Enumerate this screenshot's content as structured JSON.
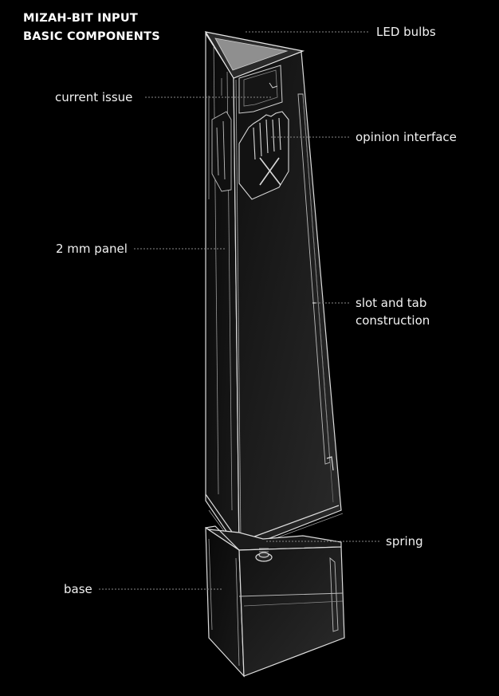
{
  "title": {
    "line1": "MIZAH-BIT INPUT",
    "line2": "BASIC COMPONENTS"
  },
  "labels": {
    "led_bulbs": "LED bulbs",
    "current_issue": "current issue",
    "opinion_interface": "opinion interface",
    "panel": "2 mm panel",
    "slot_tab_line1": "slot and tab",
    "slot_tab_line2": "construction",
    "spring": "spring",
    "base": "base"
  },
  "colors": {
    "background": "#000000",
    "text": "#f2f2f2",
    "outline": "#dcdcdc",
    "leader": "#8a8a8a",
    "panel_fill": "#1b1b1b",
    "led_fill": "#8f8f8f"
  }
}
